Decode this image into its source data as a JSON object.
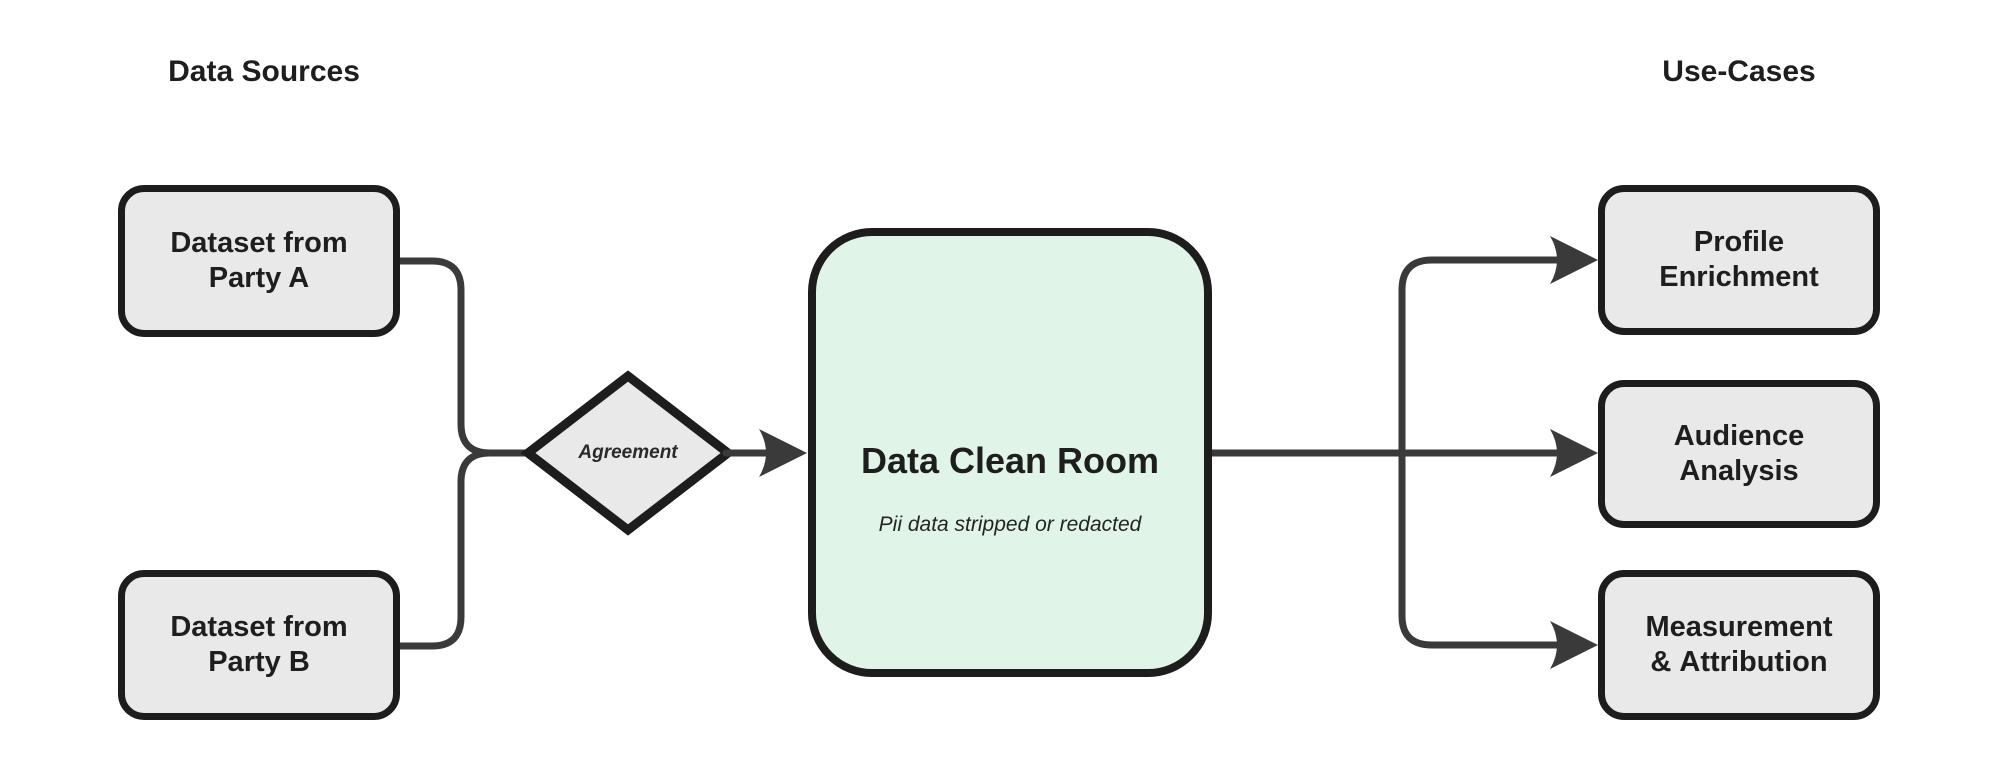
{
  "headings": {
    "data_sources": "Data Sources",
    "use_cases": "Use-Cases"
  },
  "nodes": {
    "party_a": "Dataset from Party A",
    "party_b": "Dataset from Party B",
    "agreement": "Agreement",
    "clean_room": {
      "title": "Data Clean Room",
      "subtitle": "Pii data stripped or redacted"
    },
    "use_cases": [
      "Profile Enrichment",
      "Audience Analysis",
      "Measurement & Attribution"
    ]
  },
  "colors": {
    "background": "#ffffff",
    "node_fill": "#e9e9e9",
    "clean_room_fill": "#e0f5e8",
    "node_border": "#1d1d1d",
    "connector": "#3a3a3a",
    "text": "#1e1e1e"
  }
}
